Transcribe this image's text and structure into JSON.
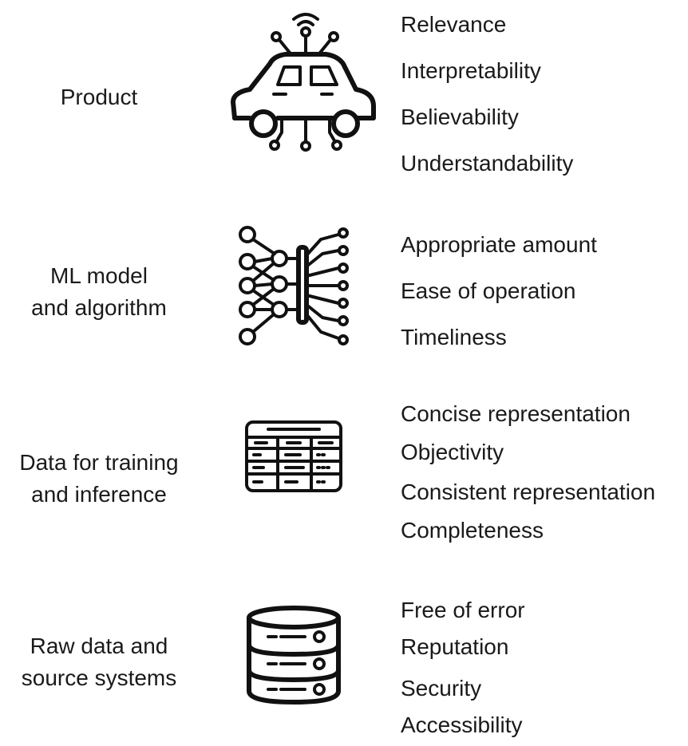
{
  "layers": [
    {
      "name": "product",
      "label_lines": [
        "Product"
      ],
      "icon": "smart-car-icon",
      "attributes": [
        "Relevance",
        "Interpretability",
        "Believability",
        "Understandability"
      ]
    },
    {
      "name": "ml-model",
      "label_lines": [
        "ML model",
        "and algorithm"
      ],
      "icon": "neural-network-chip-icon",
      "attributes": [
        "Appropriate amount",
        "Ease of operation",
        "Timeliness"
      ]
    },
    {
      "name": "data",
      "label_lines": [
        "Data for training",
        "and inference"
      ],
      "icon": "data-table-icon",
      "attributes": [
        "Concise representation",
        "Objectivity",
        "Consistent representation",
        "Completeness"
      ]
    },
    {
      "name": "raw-data",
      "label_lines": [
        "Raw data and",
        "source systems"
      ],
      "icon": "database-server-icon",
      "attributes": [
        "Free of error",
        "Reputation",
        "Security",
        "Accessibility"
      ]
    }
  ]
}
